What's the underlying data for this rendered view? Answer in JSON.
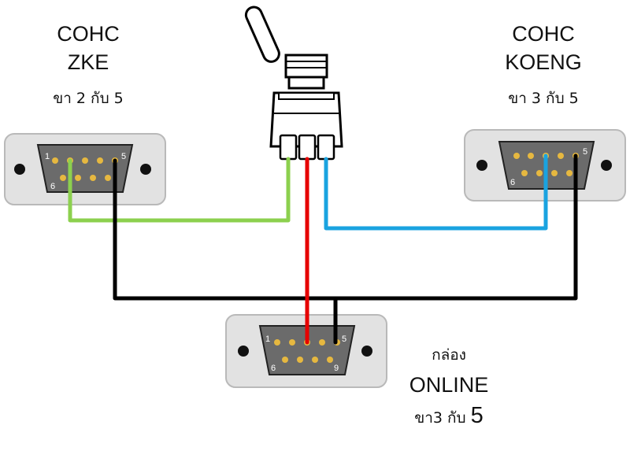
{
  "left_label": {
    "line1": "COHC",
    "line2": "ZKE",
    "pins": "ขา 2 กับ 5"
  },
  "right_label": {
    "line1": "COHC",
    "line2": "KOENG",
    "pins": "ขา 3 กับ 5"
  },
  "bottom_label": {
    "line1": "กล่อง",
    "line2": "ONLINE",
    "pins_prefix": "ขา3  กับ ",
    "pins_number": "5"
  },
  "pin_numbers": {
    "one": "1",
    "five": "5",
    "six": "6",
    "nine": "9"
  },
  "colors": {
    "green_wire": "#8cd04e",
    "blue_wire": "#1aa3e0",
    "red_wire": "#e60000",
    "black_wire": "#000000",
    "connector_fill": "#e2e2e2",
    "pin": "#e6b840"
  },
  "icons": [
    "toggle-switch-icon",
    "db9-connector-icon"
  ]
}
